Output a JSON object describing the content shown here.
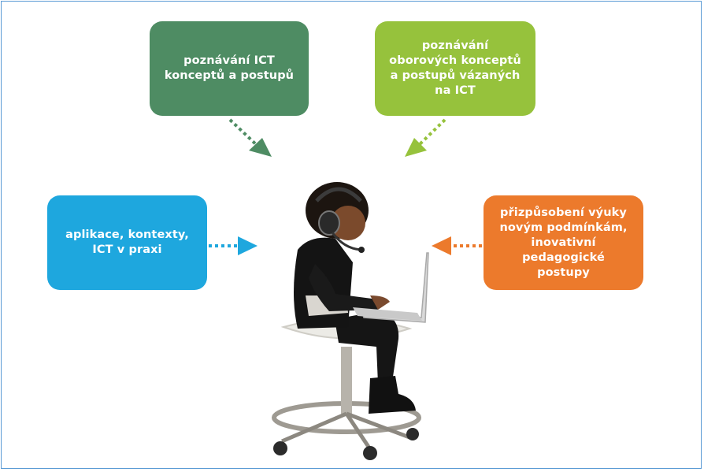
{
  "colors": {
    "top_left": "#4e8c63",
    "top_right": "#96c23c",
    "left": "#1ea7de",
    "right": "#ec7a2c",
    "frame_border": "#5b9bd5"
  },
  "boxes": {
    "top_left": "poznávání ICT\nkonceptů a postupů",
    "top_right": "poznávání\noborových konceptů\na postupů vázaných\nna ICT",
    "left": "aplikace, kontexty,\nICT v praxi",
    "right": "přizpůsobení výuky\nnovým podmínkám,\ninovativní\npedagogické\npostupy"
  },
  "illustration": "student-with-headset-and-laptop-on-stool"
}
